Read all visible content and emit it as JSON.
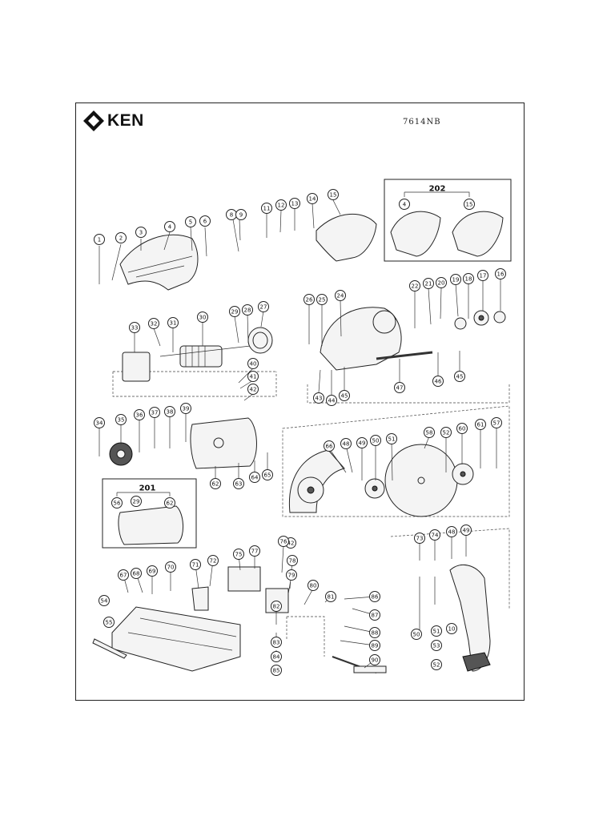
{
  "brand": "KEN",
  "model": "7614NB",
  "groups": [
    "202",
    "201"
  ],
  "callouts": [
    "1",
    "2",
    "3",
    "4",
    "5",
    "6",
    "8",
    "9",
    "11",
    "12",
    "13",
    "14",
    "15",
    "4",
    "15",
    "22",
    "21",
    "20",
    "19",
    "18",
    "17",
    "16",
    "33",
    "32",
    "31",
    "30",
    "29",
    "28",
    "27",
    "26",
    "25",
    "24",
    "43",
    "44",
    "45",
    "47",
    "46",
    "45",
    "40",
    "41",
    "42",
    "34",
    "35",
    "36",
    "37",
    "38",
    "39",
    "62",
    "63",
    "64",
    "65",
    "66",
    "48",
    "49",
    "50",
    "51",
    "52",
    "58",
    "60",
    "61",
    "57",
    "56",
    "29",
    "62",
    "42",
    "76",
    "75",
    "77",
    "78",
    "79",
    "80",
    "81",
    "82",
    "83",
    "84",
    "85",
    "86",
    "87",
    "88",
    "89",
    "90",
    "67",
    "68",
    "69",
    "70",
    "71",
    "72",
    "73",
    "74",
    "48",
    "49",
    "50",
    "51",
    "10",
    "53",
    "52",
    "55",
    "54"
  ]
}
